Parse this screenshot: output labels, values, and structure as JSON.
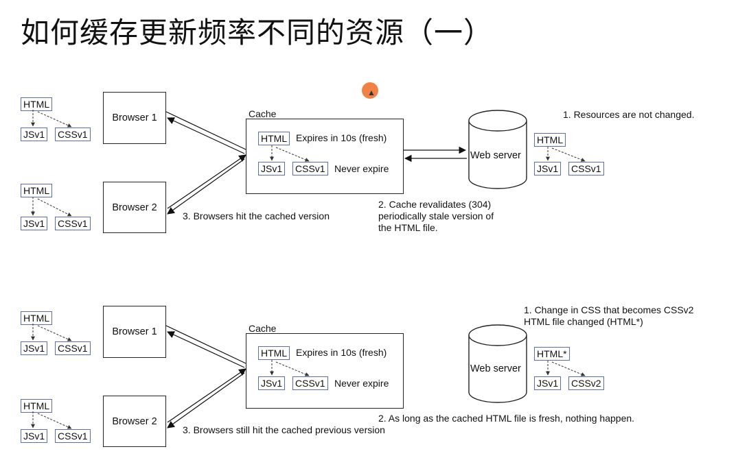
{
  "title": "如何缓存更新频率不同的资源（一）",
  "colors": {
    "resource_border": "#5a6ea8",
    "cursor": "#ee7b3a"
  },
  "top": {
    "client1": {
      "html": "HTML",
      "js": "JSv1",
      "css": "CSSv1"
    },
    "client2": {
      "html": "HTML",
      "js": "JSv1",
      "css": "CSSv1"
    },
    "browser1": "Browser 1",
    "browser2": "Browser 2",
    "cache_label": "Cache",
    "cache": {
      "html": "HTML",
      "html_note": "Expires in 10s (fresh)",
      "js": "JSv1",
      "css": "CSSv1",
      "never": "Never expire"
    },
    "server": "Web server",
    "server_files": {
      "html": "HTML",
      "js": "JSv1",
      "css": "CSSv1"
    },
    "note1": "1. Resources are not changed.",
    "note2_line1": "2. Cache revalidates (304)",
    "note2_line2": "periodically stale version of",
    "note2_line3": "the HTML file.",
    "note3": "3. Browsers hit the cached version"
  },
  "bottom": {
    "client1": {
      "html": "HTML",
      "js": "JSv1",
      "css": "CSSv1"
    },
    "client2": {
      "html": "HTML",
      "js": "JSv1",
      "css": "CSSv1"
    },
    "browser1": "Browser 1",
    "browser2": "Browser 2",
    "cache_label": "Cache",
    "cache": {
      "html": "HTML",
      "html_note": "Expires in 10s (fresh)",
      "js": "JSv1",
      "css": "CSSv1",
      "never": "Never expire"
    },
    "server": "Web server",
    "server_files": {
      "html": "HTML*",
      "js": "JSv1",
      "css": "CSSv2"
    },
    "note1_line1": "1. Change in CSS that becomes CSSv2",
    "note1_line2": "HTML file changed (HTML*)",
    "note2": "2. As long as the cached HTML file is fresh, nothing happen.",
    "note3": "3. Browsers still hit the cached previous version"
  }
}
